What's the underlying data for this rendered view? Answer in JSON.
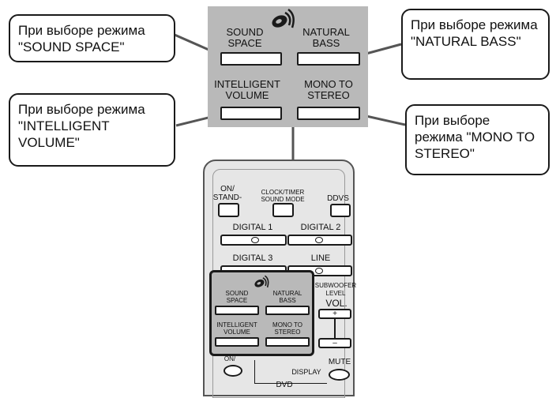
{
  "callouts": {
    "sound_space": "При выборе режима \"SOUND SPACE\"",
    "natural_bass": "При выборе режима \"NATURAL BASS\"",
    "intelligent_volume": "При выборе режима \"INTELLIGENT VOLUME\"",
    "mono_to_stereo": "При выборе режима \"MONO TO STEREO\""
  },
  "panel": {
    "sound_space_line1": "SOUND",
    "sound_space_line2": "SPACE",
    "natural_bass_line1": "NATURAL",
    "natural_bass_line2": "BASS",
    "intelligent_volume_line1": "INTELLIGENT",
    "intelligent_volume_line2": "VOLUME",
    "mono_to_stereo_line1": "MONO TO",
    "mono_to_stereo_line2": "STEREO"
  },
  "remote": {
    "on_standby_line1": "ON/",
    "on_standby_line2": "STAND-BY",
    "clock_timer_line1": "CLOCK/TIMER",
    "clock_timer_line2": "SOUND MODE",
    "dvs": "DDVS",
    "digital1": "DIGITAL 1",
    "digital2": "DIGITAL 2",
    "digital3": "DIGITAL 3",
    "line": "LINE",
    "subwoofer_line1": "SUBWOOFER",
    "subwoofer_line2": "LEVEL",
    "vol": "VOL.",
    "plus": "+",
    "minus": "–",
    "on_partial": "ON/",
    "display": "DISPLAY",
    "mute": "MUTE",
    "dvd": "DVD"
  }
}
